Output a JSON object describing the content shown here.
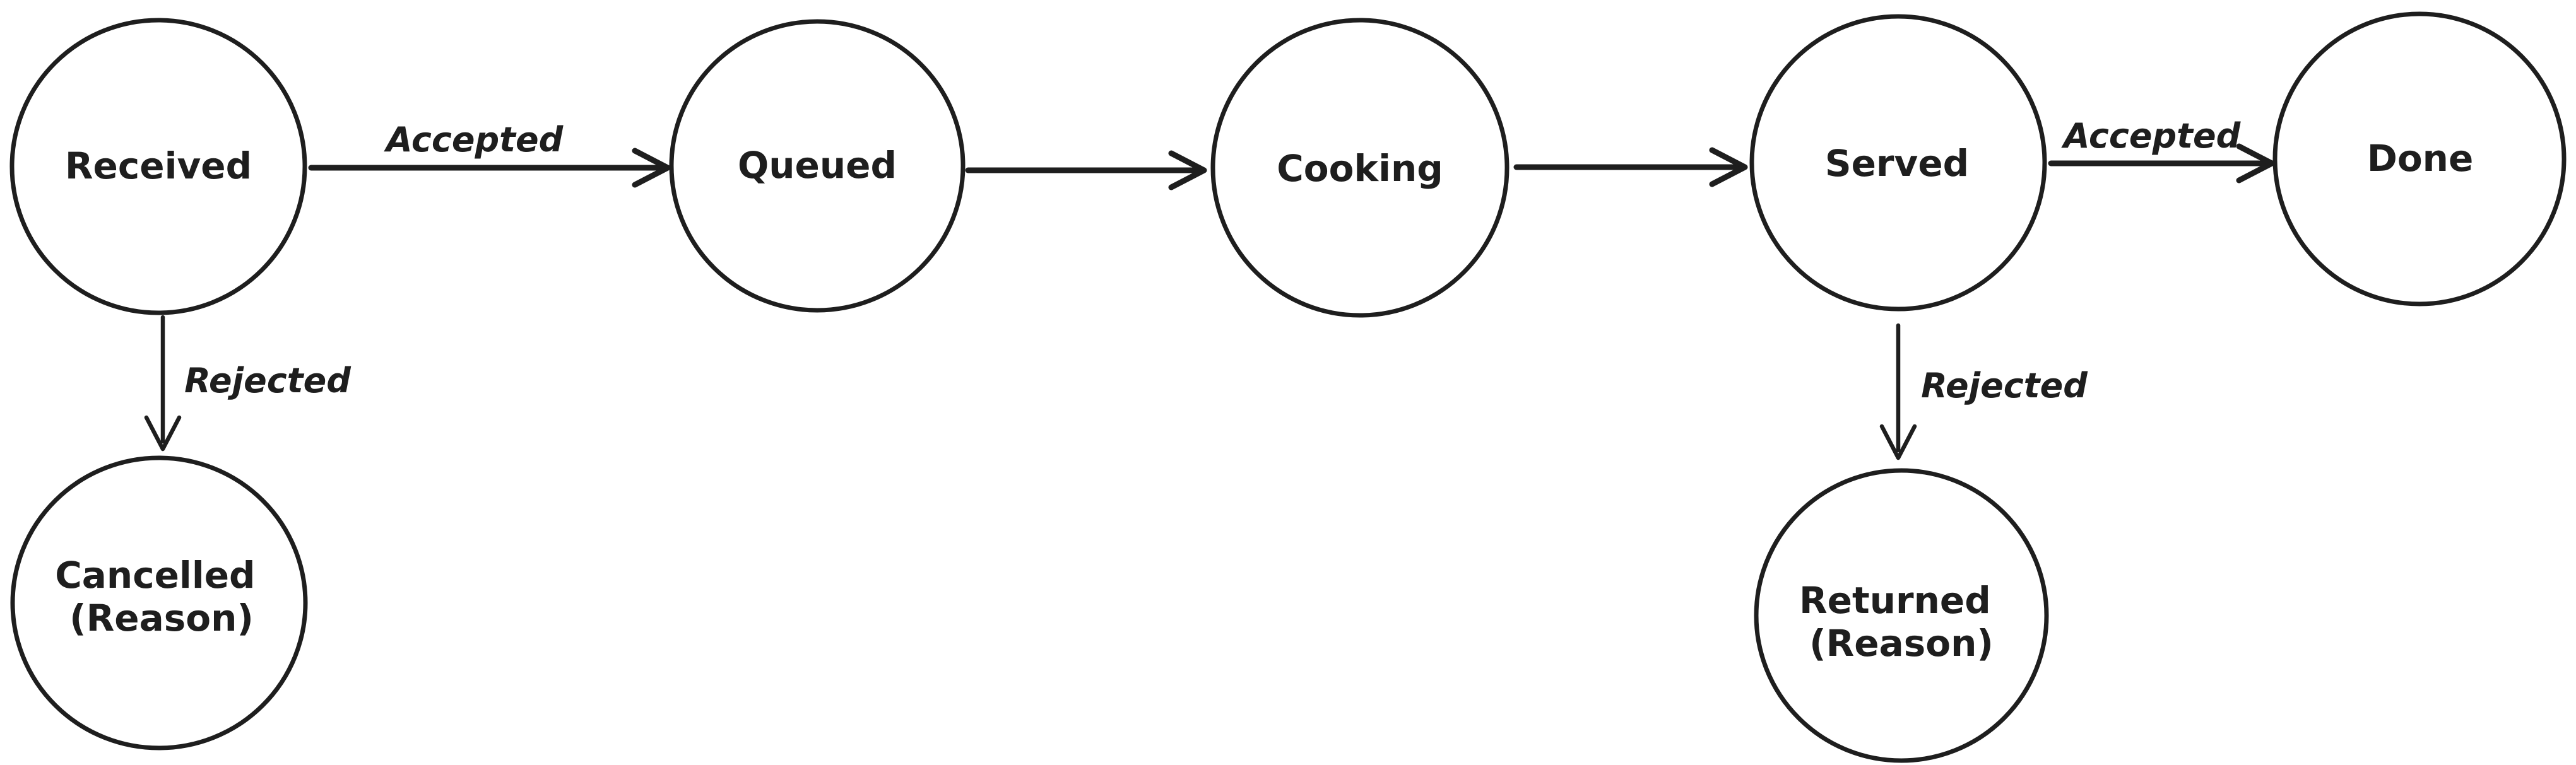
{
  "canvas": {
    "background_color": "#ffffff",
    "ink_color": "#1e1e1e",
    "style": "hand-drawn state diagram"
  },
  "diagram": {
    "nodes": [
      {
        "id": "received",
        "label": "Received"
      },
      {
        "id": "queued",
        "label": "Queued"
      },
      {
        "id": "cooking",
        "label": "Cooking"
      },
      {
        "id": "served",
        "label": "Served"
      },
      {
        "id": "done",
        "label": "Done"
      },
      {
        "id": "cancelled",
        "label_line1": "Cancelled",
        "label_line2": "(Reason)"
      },
      {
        "id": "returned",
        "label_line1": "Returned",
        "label_line2": "(Reason)"
      }
    ],
    "edges": [
      {
        "from": "received",
        "to": "queued",
        "label": "Accepted"
      },
      {
        "from": "queued",
        "to": "cooking"
      },
      {
        "from": "cooking",
        "to": "served"
      },
      {
        "from": "served",
        "to": "done",
        "label": "Accepted"
      },
      {
        "from": "received",
        "to": "cancelled",
        "label": "Rejected"
      },
      {
        "from": "served",
        "to": "returned",
        "label": "Rejected"
      }
    ]
  }
}
